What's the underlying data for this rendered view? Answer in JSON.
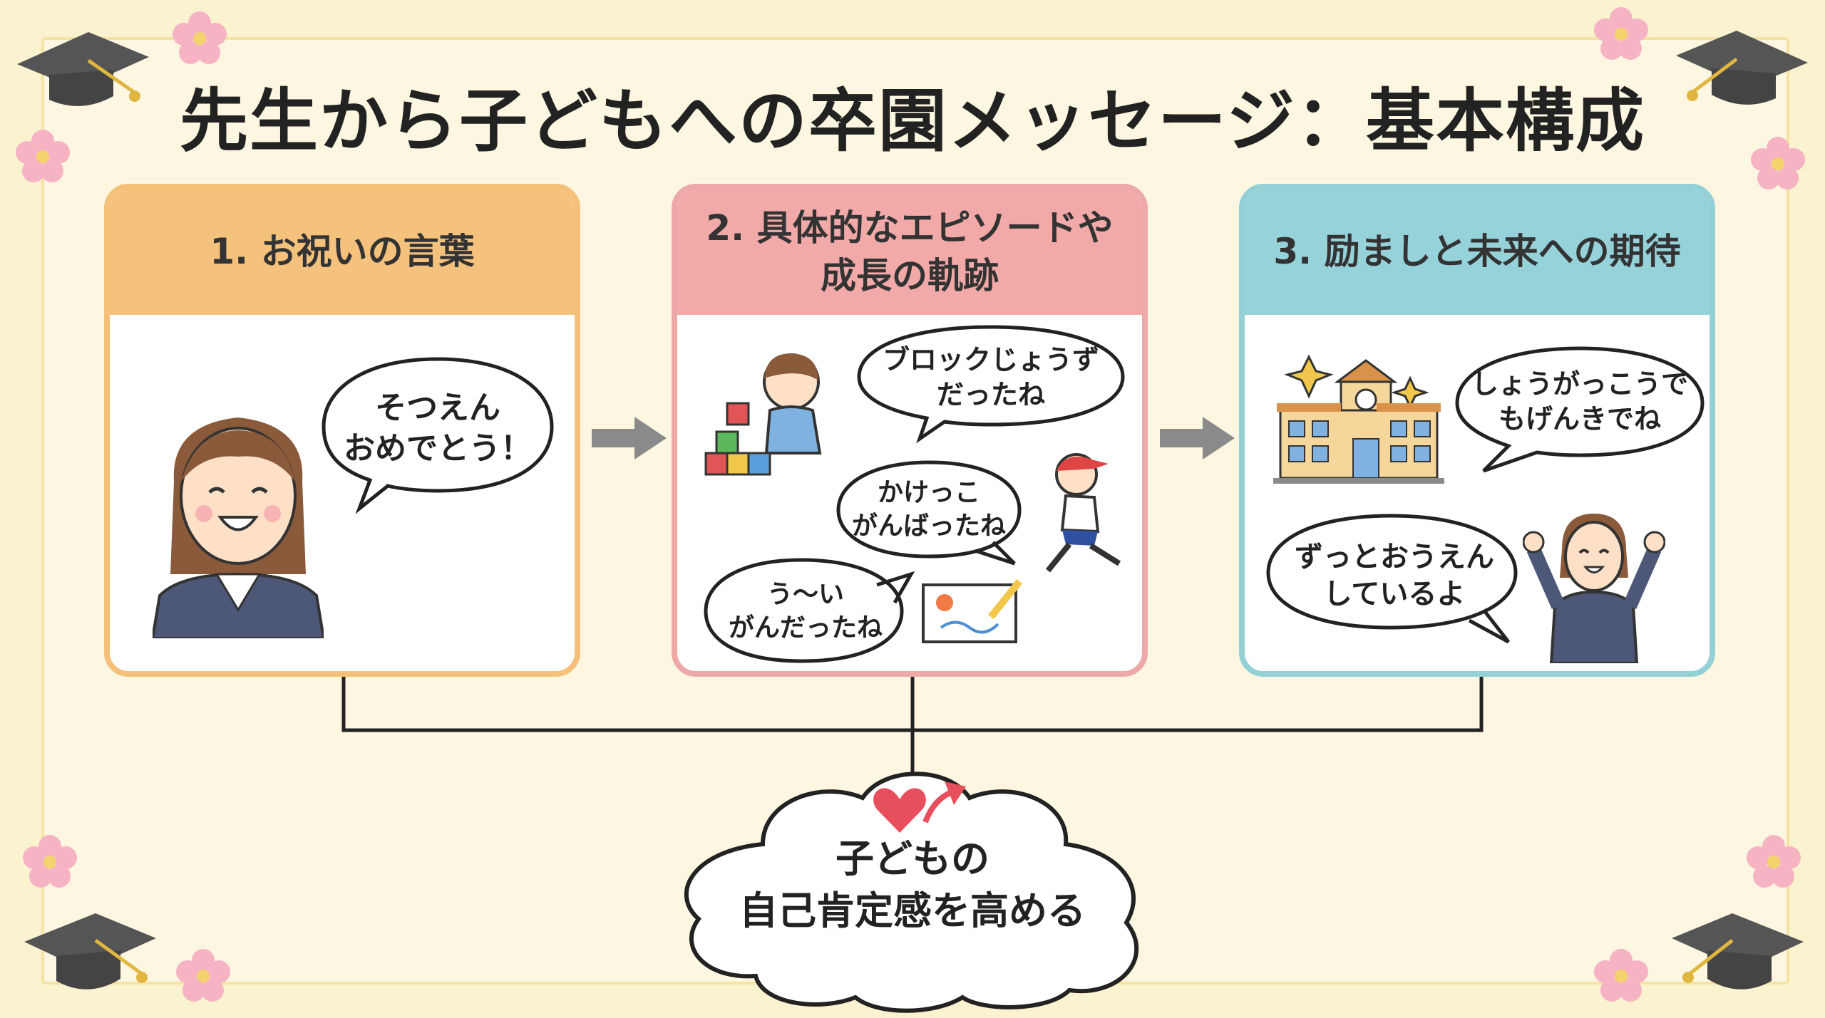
{
  "title": "先生から子どもへの卒園メッセージ：基本構成",
  "steps": [
    {
      "heading": "1. お祝いの言葉",
      "bubbles": [
        "そつえん\nおめでとう！"
      ]
    },
    {
      "heading": "2. 具体的なエピソードや\n成長の軌跡",
      "bubbles": [
        "ブロックじょうず\nだったね",
        "かけっこ\nがんばったね",
        "う～い\nがんだったね"
      ]
    },
    {
      "heading": "3. 励ましと未来への期待",
      "bubbles": [
        "しょうがっこうで\nもげんきでね",
        "ずっとおうえん\nしているよ"
      ]
    }
  ],
  "result": "子どもの\n自己肯定感を高める",
  "colors": {
    "step1": "#f5c27d",
    "step2": "#f1aaa8",
    "step3": "#96d2d9",
    "arrow": "#8a8a8a",
    "heart": "#e84f5c"
  },
  "icons": [
    "graduation-cap-icon",
    "flower-icon",
    "heart-icon",
    "up-arrow-icon",
    "school-building-icon",
    "sparkle-icon",
    "blocks-icon",
    "drawing-icon"
  ]
}
